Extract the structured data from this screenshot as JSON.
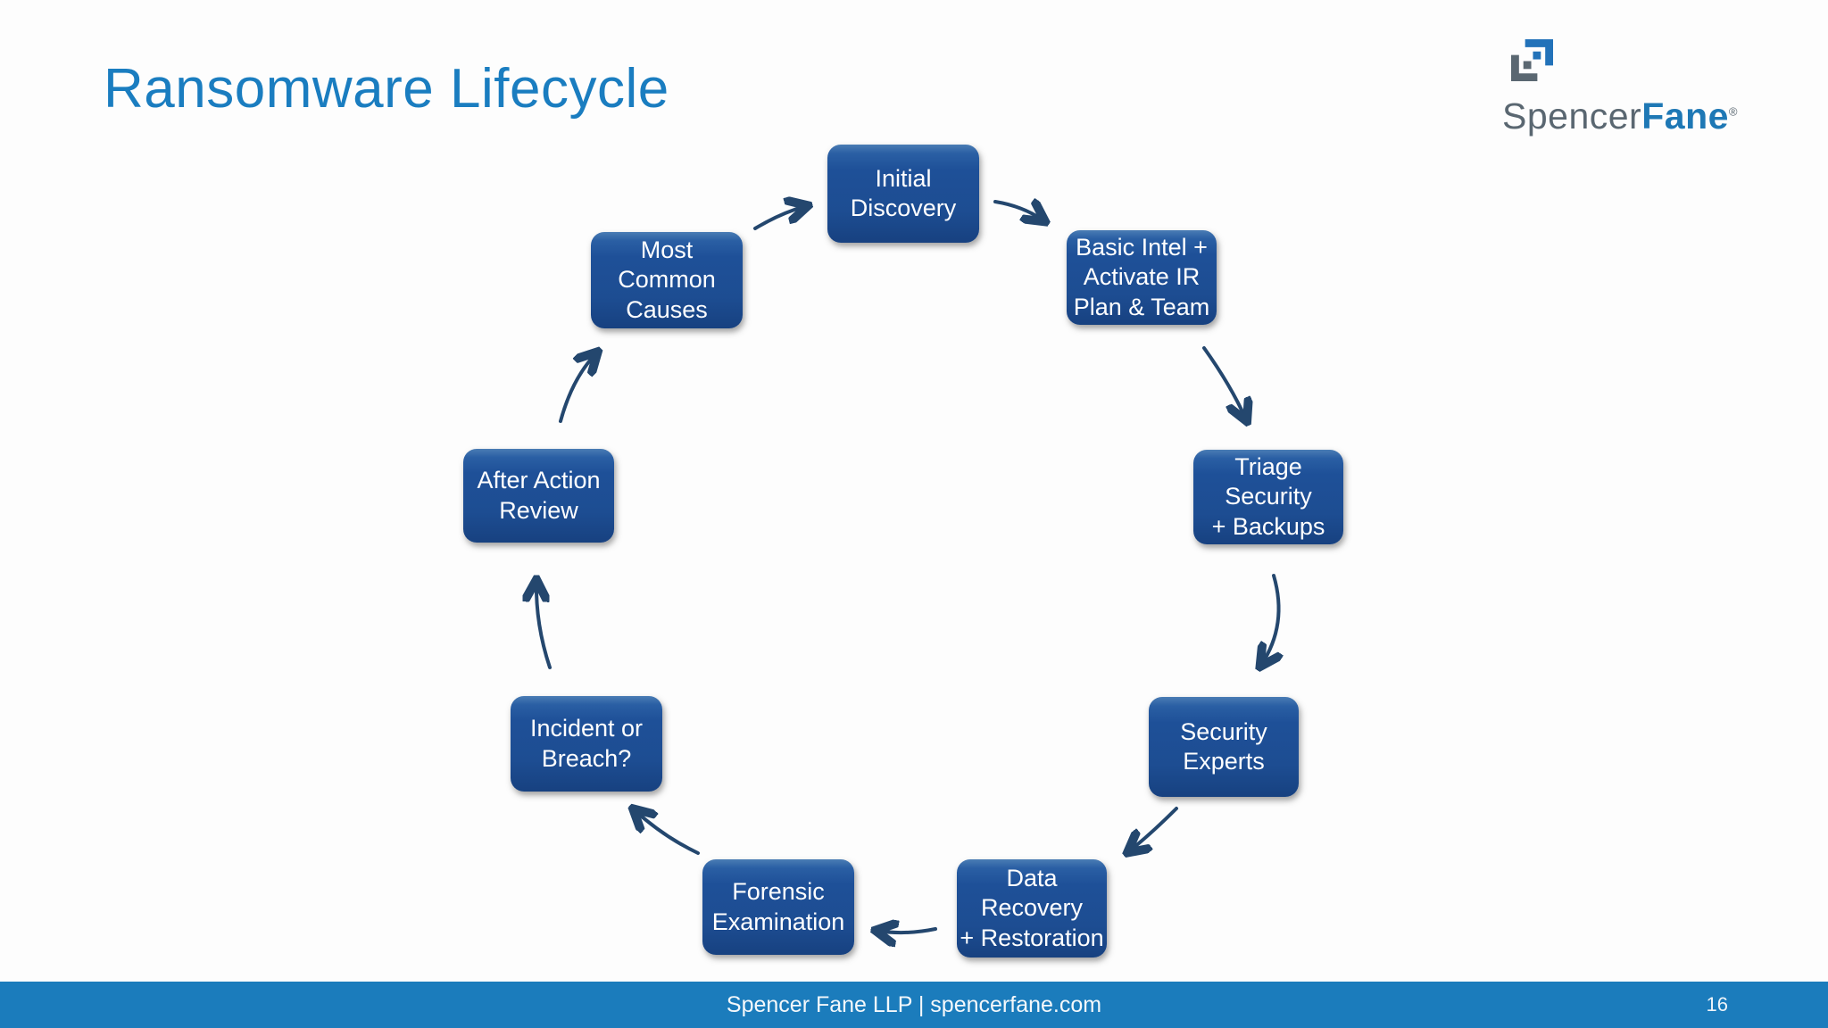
{
  "slide": {
    "title": "Ransomware Lifecycle",
    "footer": "Spencer Fane LLP | spencerfane.com",
    "page_number": "16"
  },
  "logo": {
    "name_part1": "Spencer",
    "name_part2": "Fane",
    "registered_mark": "®"
  },
  "colors": {
    "title_text": "#1a7dc0",
    "footer_bar": "#1b7cbc",
    "node_fill": "#1d4d92",
    "node_highlight": "#4a7cb4",
    "node_text": "#ffffff",
    "arrow": "#24476e",
    "logo_gray": "#5a6771",
    "logo_blue": "#1e78b5"
  },
  "diagram": {
    "type": "cycle-flow",
    "direction": "clockwise",
    "nodes": [
      {
        "id": "initial-discovery",
        "label": "Initial\nDiscovery"
      },
      {
        "id": "basic-intel",
        "label": "Basic Intel +\nActivate IR\nPlan & Team"
      },
      {
        "id": "triage-security",
        "label": "Triage Security\n+ Backups"
      },
      {
        "id": "security-experts",
        "label": "Security\nExperts"
      },
      {
        "id": "data-recovery",
        "label": "Data Recovery\n+ Restoration"
      },
      {
        "id": "forensic-examination",
        "label": "Forensic\nExamination"
      },
      {
        "id": "incident-or-breach",
        "label": "Incident or\nBreach?"
      },
      {
        "id": "after-action-review",
        "label": "After Action\nReview"
      },
      {
        "id": "most-common-causes",
        "label": "Most\nCommon\nCauses"
      }
    ],
    "edges": [
      {
        "from": "most-common-causes",
        "to": "initial-discovery"
      },
      {
        "from": "initial-discovery",
        "to": "basic-intel"
      },
      {
        "from": "basic-intel",
        "to": "triage-security"
      },
      {
        "from": "triage-security",
        "to": "security-experts"
      },
      {
        "from": "security-experts",
        "to": "data-recovery"
      },
      {
        "from": "data-recovery",
        "to": "forensic-examination"
      },
      {
        "from": "forensic-examination",
        "to": "incident-or-breach"
      },
      {
        "from": "incident-or-breach",
        "to": "after-action-review"
      },
      {
        "from": "after-action-review",
        "to": "most-common-causes"
      }
    ]
  }
}
